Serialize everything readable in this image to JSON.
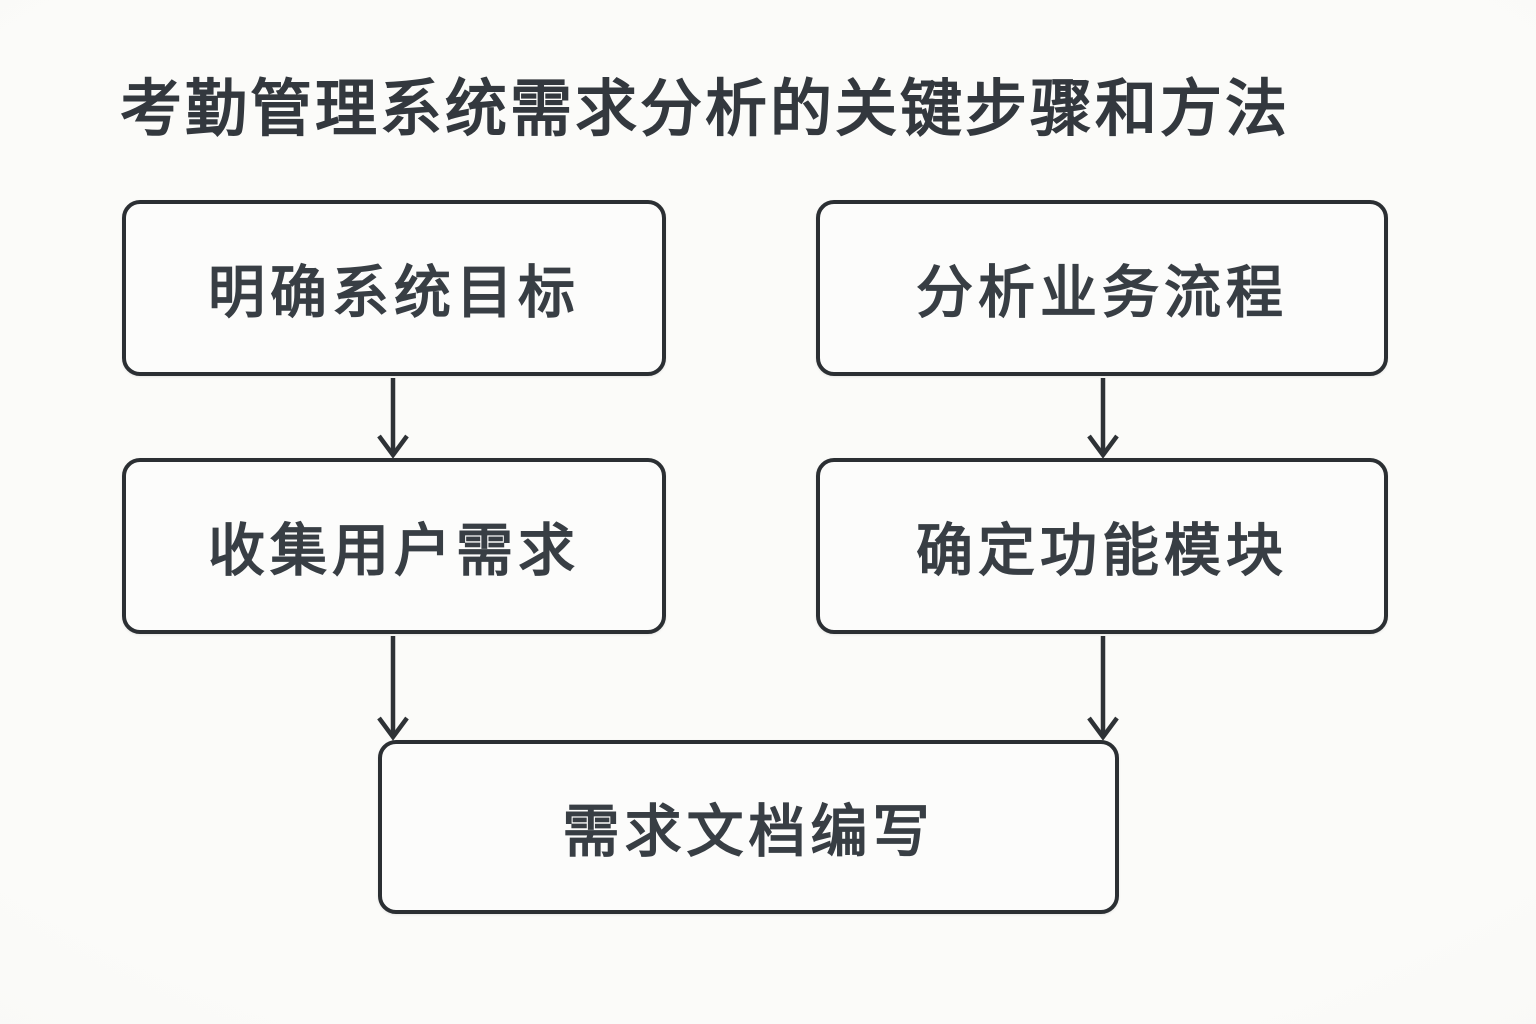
{
  "title": "考勤管理系统需求分析的关键步骤和方法",
  "colors": {
    "background": "#fbfbf9",
    "box_fill": "#fcfcfb",
    "line": "#2e3236",
    "text": "#383e44"
  },
  "flowchart": {
    "type": "flowchart",
    "nodes": [
      {
        "id": "clarify-system-goals",
        "label": "明确系统目标"
      },
      {
        "id": "analyze-business-process",
        "label": "分析业务流程"
      },
      {
        "id": "collect-user-requirements",
        "label": "收集用户需求"
      },
      {
        "id": "define-function-modules",
        "label": "确定功能模块"
      },
      {
        "id": "write-requirements-document",
        "label": "需求文档编写"
      }
    ],
    "edges": [
      {
        "from": "clarify-system-goals",
        "to": "collect-user-requirements"
      },
      {
        "from": "analyze-business-process",
        "to": "define-function-modules"
      },
      {
        "from": "collect-user-requirements",
        "to": "write-requirements-document"
      },
      {
        "from": "define-function-modules",
        "to": "write-requirements-document"
      }
    ]
  }
}
